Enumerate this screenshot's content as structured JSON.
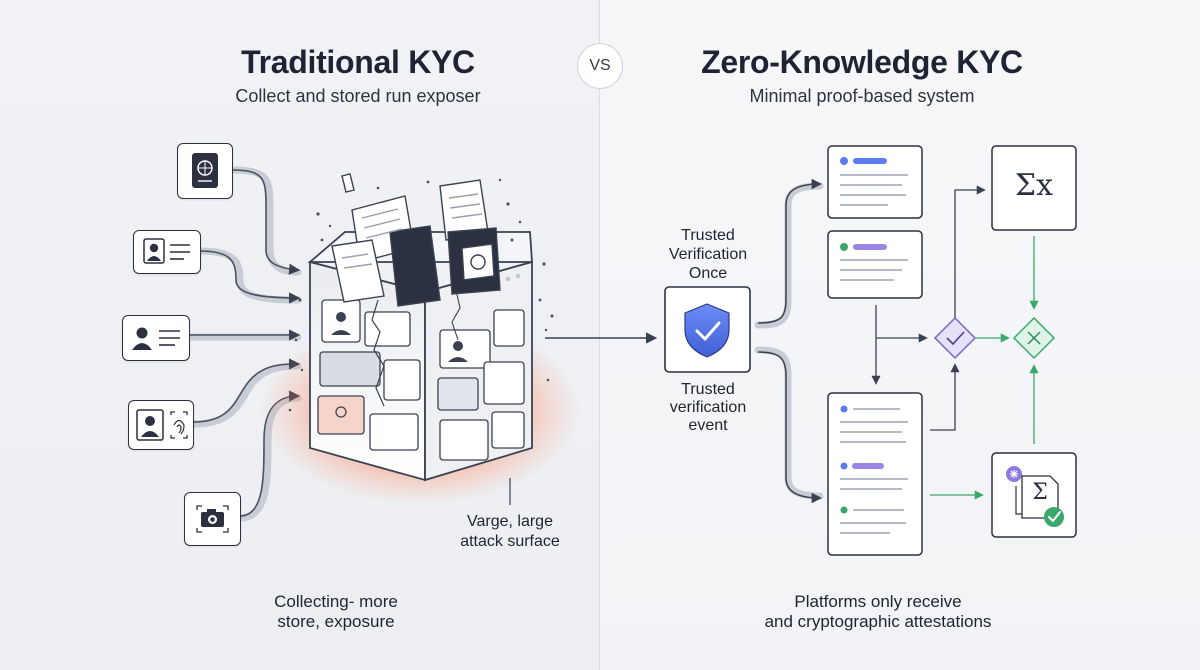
{
  "left": {
    "title": "Traditional KYC",
    "subtitle": "Collect and stored run exposer",
    "callout_line1": "Varge, large",
    "callout_line2": "attack surface",
    "caption_line1": "Collecting- more",
    "caption_line2": "store, exposure",
    "inputs": [
      "passport-icon",
      "id-card-icon",
      "profile-card-icon",
      "biometric-id-icon",
      "camera-icon"
    ]
  },
  "vs_label": "VS",
  "right": {
    "title": "Zero-Knowledge KYC",
    "subtitle": "Minimal proof-based system",
    "verify_top_line1": "Trusted",
    "verify_top_line2": "Verification",
    "verify_top_line3": "Once",
    "verify_bottom_line1": "Trusted",
    "verify_bottom_line2": "verification",
    "verify_bottom_line3": "event",
    "sigma_label": "Σx",
    "proof_sigma_label": "Σ",
    "caption_line1": "Platforms only receive",
    "caption_line2": "and cryptographic attestations"
  },
  "colors": {
    "accent_blue": "#5b7cf0",
    "accent_purple": "#9b86e6",
    "accent_green": "#3aa86b",
    "shield_blue": "#4f6fe0",
    "danger_glow": "#ff5a3c",
    "ink": "#2b3140"
  }
}
